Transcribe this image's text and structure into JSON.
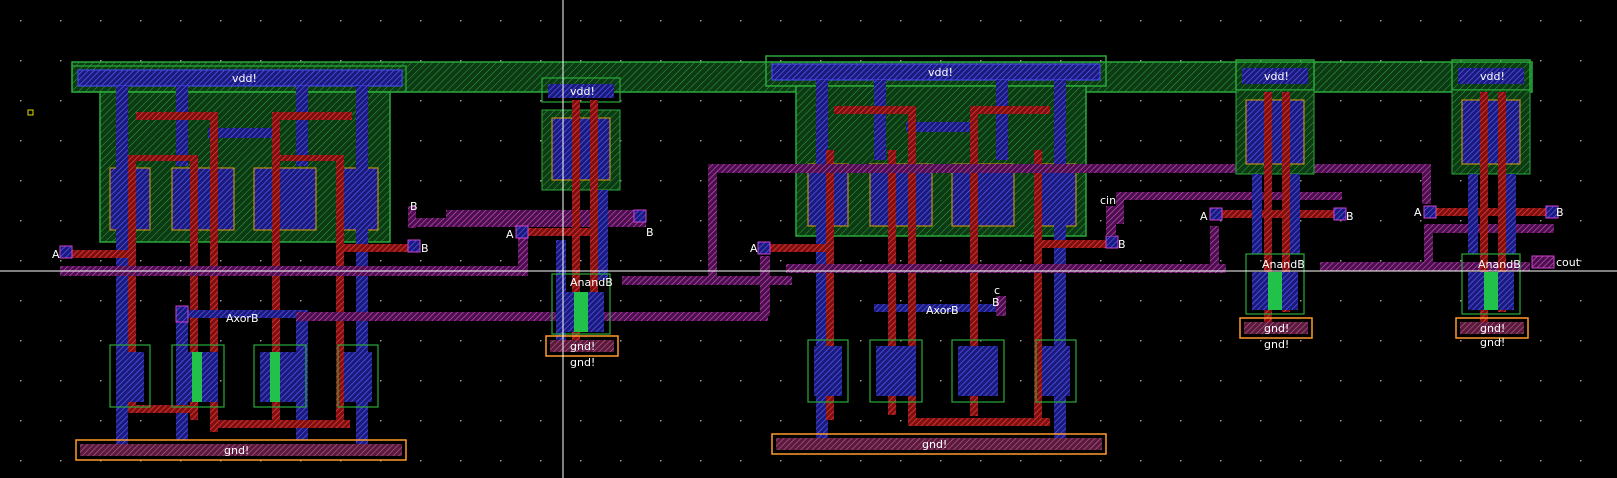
{
  "canvas": {
    "background": "#000000",
    "grid_dot_color": "#8a8a8a",
    "crosshair_color": "#ffffff"
  },
  "colors": {
    "nwell": "#1f7a2a",
    "oxide": "#22c24a",
    "metal1": "#3a3aff",
    "metal2": "#d040d0",
    "poly": "#ff2a2a",
    "diffusion": "#d8a000",
    "cut": "#ffffff",
    "select": "#ff9a2a"
  },
  "labels": {
    "vdd_1": "vdd!",
    "vdd_2": "vdd!",
    "vdd_3": "vdd!",
    "vdd_4": "vdd!",
    "vdd_5": "vdd!",
    "gnd_1": "gnd!",
    "gnd_2": "gnd!",
    "gnd_2b": "gnd!",
    "gnd_3": "gnd!",
    "gnd_4": "gnd!",
    "gnd_4b": "gnd!",
    "gnd_5": "gnd!",
    "gnd_5b": "gnd!",
    "pin_a1": "A",
    "pin_b1": "B",
    "pin_b1b": "B",
    "pin_a_nand1": "A",
    "pin_b_nand1": "B",
    "pin_a2": "A",
    "pin_b2": "B",
    "pin_cin": "cin",
    "pin_b_xor2": "B",
    "pin_c": "c",
    "pin_a_nand2": "A",
    "pin_b_nand2": "B",
    "pin_a_nand3": "A",
    "pin_b_nand3": "B",
    "net_axorb_1": "AxorB",
    "net_axorb_2": "AxorB",
    "net_anandb_1": "AnandB",
    "net_anandb_2": "AnandB",
    "net_anandb_3": "AnandB",
    "net_cout": "cout"
  }
}
